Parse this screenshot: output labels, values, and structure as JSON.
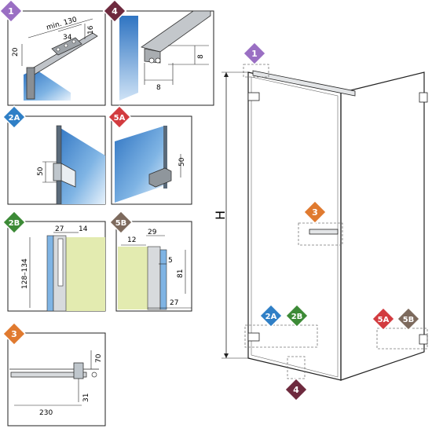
{
  "colors": {
    "purple": "#9a6fc3",
    "brown": "#6e2a3e",
    "blue": "#2f7fc6",
    "red": "#d23b3f",
    "green": "#3c8a36",
    "orange": "#e07a2f",
    "taupe": "#7d6a5d",
    "glass": "#3e86d0",
    "wall": "#e3ebb0",
    "line": "#222222"
  },
  "badges": {
    "b1": "1",
    "b4": "4",
    "b2a": "2A",
    "b5a": "5A",
    "b2b": "2B",
    "b5b": "5B",
    "b3": "3"
  },
  "panel1": {
    "min_label": "min. 130",
    "d34": "34",
    "d16": "16",
    "d20": "20"
  },
  "panel4": {
    "d8v": "8",
    "d8h": "8"
  },
  "panel2a": {
    "d50": "50"
  },
  "panel5a": {
    "d50": "50"
  },
  "panel2b": {
    "d27": "27",
    "d14": "14",
    "d128": "128–134"
  },
  "panel5b": {
    "d12": "12",
    "d29": "29",
    "d5": "5",
    "d81": "81",
    "d27": "27"
  },
  "panel3": {
    "d70": "70",
    "d31": "31",
    "d230": "230"
  },
  "main": {
    "height_label": "H",
    "b1": "1",
    "b3": "3",
    "b2a": "2A",
    "b2b": "2B",
    "b5a": "5A",
    "b5b": "5B",
    "b4": "4"
  }
}
